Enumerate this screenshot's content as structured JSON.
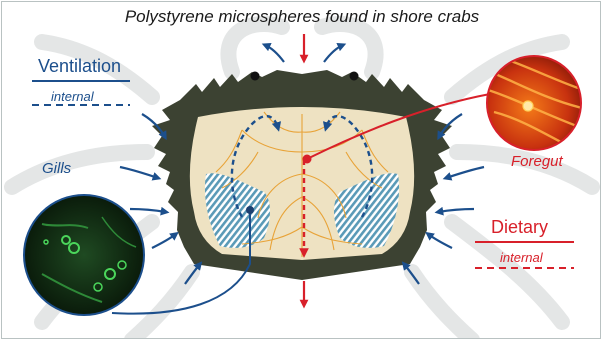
{
  "title": "Polystyrene microspheres found in shore crabs",
  "legend": {
    "ventilation": {
      "label": "Ventilation",
      "sub_label": "internal",
      "color": "#1c4f8c"
    },
    "dietary": {
      "label": "Dietary",
      "sub_label": "internal",
      "color": "#d8202a"
    }
  },
  "labels": {
    "gills": "Gills",
    "foregut": "Foregut"
  },
  "colors": {
    "carapace": "#3c4232",
    "cavity": "#eee2c2",
    "nerves": "#e8a338",
    "gill_stripes": "#5a9ab7",
    "background_crab": "#e4e6e6",
    "micrograph_gills": "#0b2410",
    "micrograph_foregut": "#c8320f"
  }
}
